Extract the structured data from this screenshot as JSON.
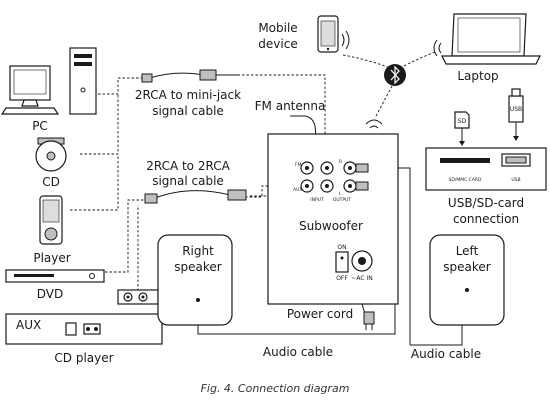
{
  "labels": {
    "mobile_device": [
      "Mobile",
      "device"
    ],
    "laptop": "Laptop",
    "pc": "PC",
    "cd": "CD",
    "player": "Player",
    "dvd": "DVD",
    "aux": "AUX",
    "cd_player": "CD player",
    "cable_2rca_minijack": [
      "2RCA to mini-jack",
      "signal cable"
    ],
    "cable_2rca_2rca": [
      "2RCA to 2RCA",
      "signal cable"
    ],
    "fm_antenna": "FM antenna",
    "subwoofer": "Subwoofer",
    "power_cord": "Power cord",
    "right_speaker": [
      "Right",
      "speaker"
    ],
    "left_speaker": [
      "Left",
      "speaker"
    ],
    "usb_sd_connection": [
      "USB/SD-card",
      "connection"
    ],
    "audio_cable_1": "Audio cable",
    "audio_cable_2": "Audio cable",
    "sd_icon": "SD",
    "usb_icon": "USB",
    "sd_mmc_card": "SD/MMC CARD",
    "usb_port": "USB",
    "on": "ON",
    "off": "OFF",
    "ac_in": "~AC IN",
    "input": "INPUT",
    "output": "OUTPUT",
    "fm": "FM",
    "aux_label": "AUX",
    "r": "R",
    "l": "L"
  },
  "caption": "Fig. 4. Connection diagram"
}
